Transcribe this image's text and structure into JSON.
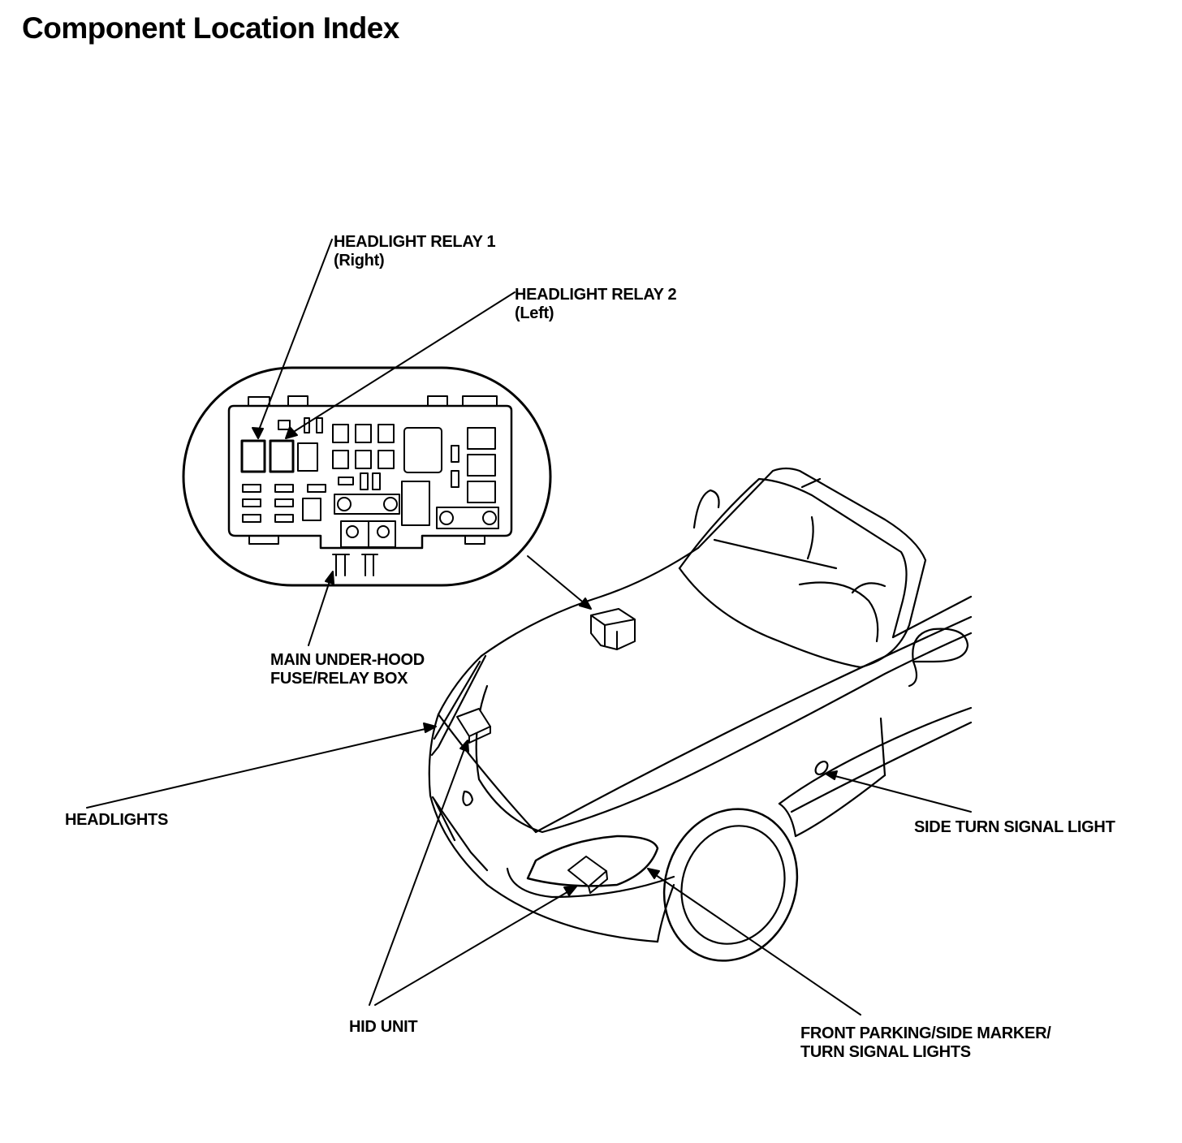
{
  "title": "Component Location Index",
  "labels": {
    "relay1": {
      "line1": "HEADLIGHT RELAY 1",
      "line2": "(Right)"
    },
    "relay2": {
      "line1": "HEADLIGHT RELAY 2",
      "line2": "(Left)"
    },
    "fusebox": {
      "line1": "MAIN UNDER-HOOD",
      "line2": "FUSE/RELAY BOX"
    },
    "headlights": "HEADLIGHTS",
    "side_turn": "SIDE TURN SIGNAL LIGHT",
    "hid": "HID UNIT",
    "front_parking": {
      "line1": "FRONT PARKING/SIDE MARKER/",
      "line2": "TURN SIGNAL LIGHTS"
    }
  }
}
